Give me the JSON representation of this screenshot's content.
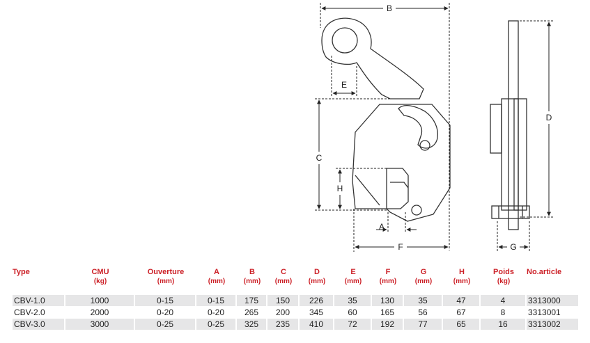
{
  "drawing": {
    "dimension_labels": {
      "b": "B",
      "e": "E",
      "c": "C",
      "h": "H",
      "a": "A",
      "f": "F",
      "d": "D",
      "g": "G"
    }
  },
  "table": {
    "columns": [
      {
        "name": "Type",
        "unit": ""
      },
      {
        "name": "CMU",
        "unit": "(kg)"
      },
      {
        "name": "Ouverture",
        "unit": "(mm)"
      },
      {
        "name": "A",
        "unit": "(mm)"
      },
      {
        "name": "B",
        "unit": "(mm)"
      },
      {
        "name": "C",
        "unit": "(mm)"
      },
      {
        "name": "D",
        "unit": "(mm)"
      },
      {
        "name": "E",
        "unit": "(mm)"
      },
      {
        "name": "F",
        "unit": "(mm)"
      },
      {
        "name": "G",
        "unit": "(mm)"
      },
      {
        "name": "H",
        "unit": "(mm)"
      },
      {
        "name": "Poids",
        "unit": "(kg)"
      },
      {
        "name": "No.article",
        "unit": ""
      }
    ],
    "rows": [
      [
        "CBV-1.0",
        "1000",
        "0-15",
        "0-15",
        "175",
        "150",
        "226",
        "35",
        "130",
        "35",
        "47",
        "4",
        "3313000"
      ],
      [
        "CBV-2.0",
        "2000",
        "0-20",
        "0-20",
        "265",
        "200",
        "345",
        "60",
        "165",
        "56",
        "67",
        "8",
        "3313001"
      ],
      [
        "CBV-3.0",
        "3000",
        "0-25",
        "0-25",
        "325",
        "235",
        "410",
        "72",
        "192",
        "77",
        "65",
        "16",
        "3313002"
      ]
    ],
    "colors": {
      "header": "#cc2027",
      "row_shade": "#e6e6e7"
    }
  }
}
